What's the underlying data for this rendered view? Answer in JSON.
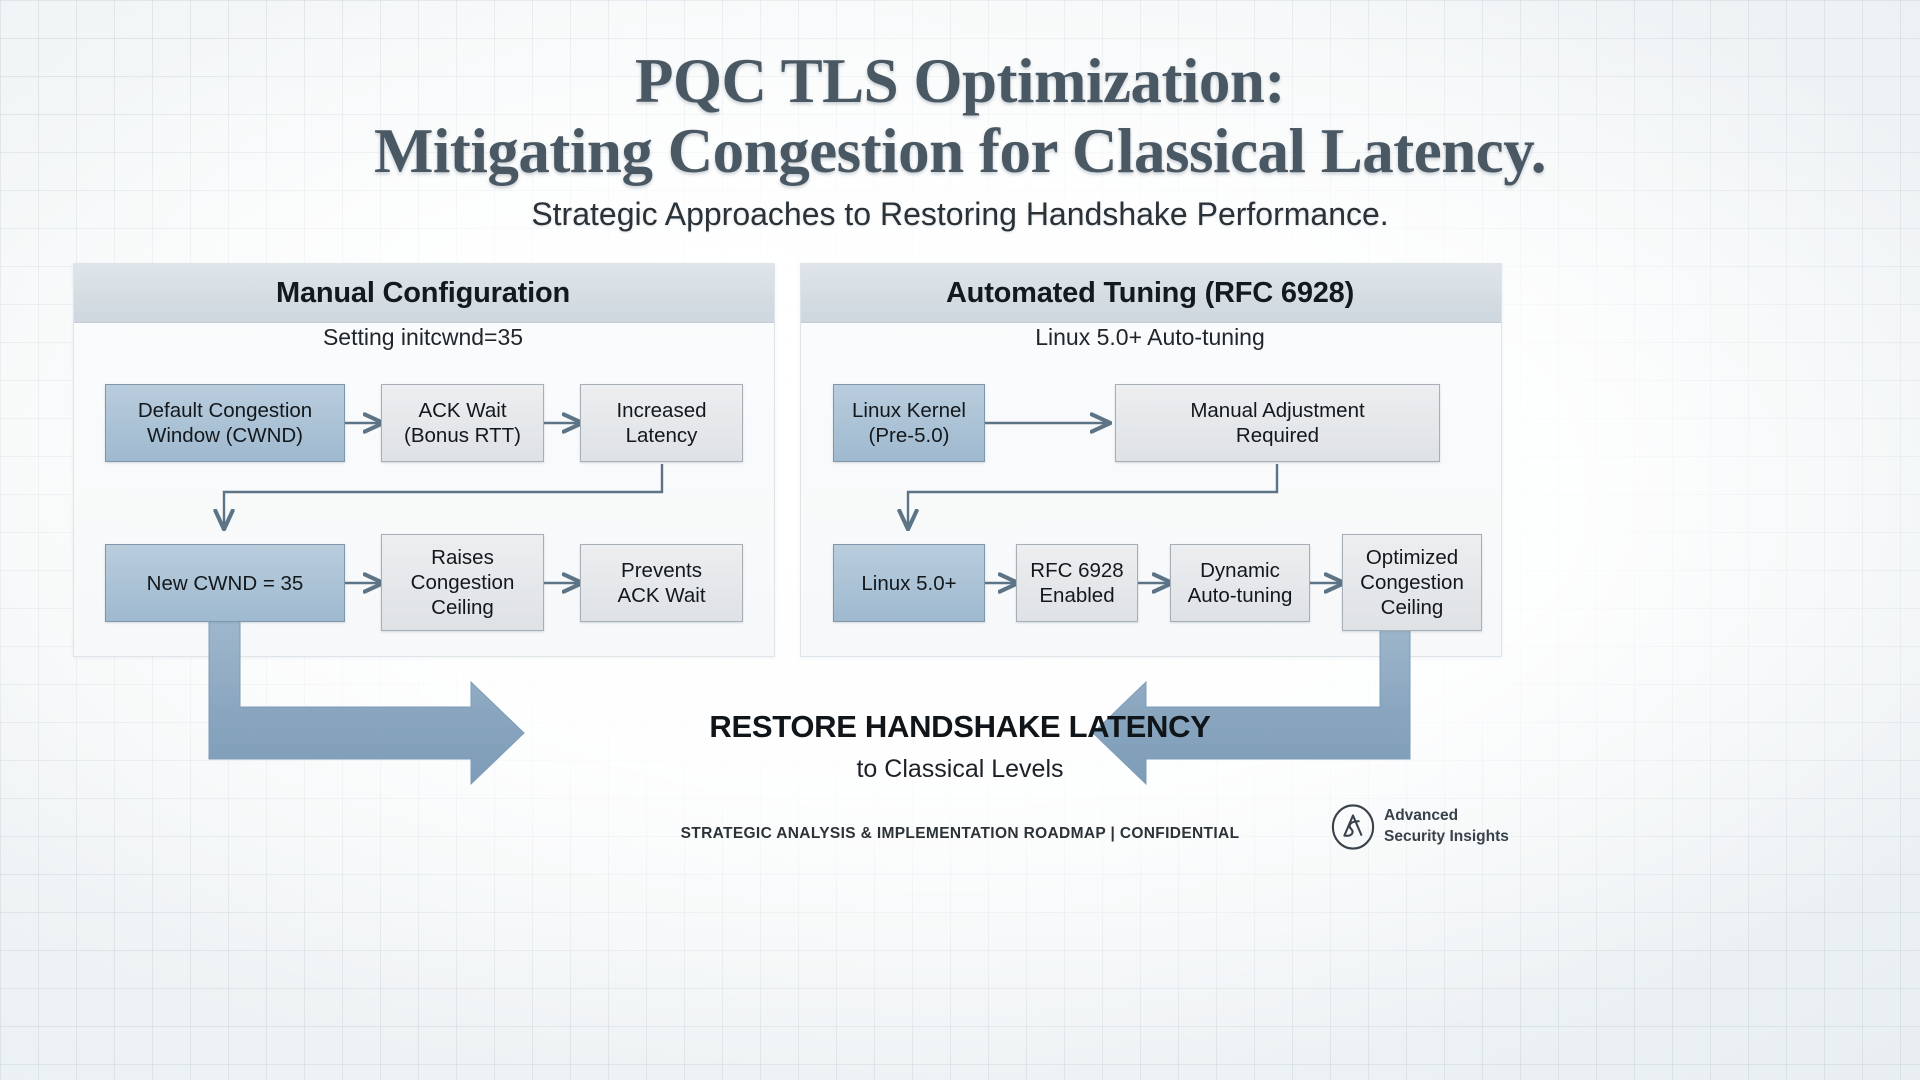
{
  "header": {
    "title_line1": "PQC TLS Optimization:",
    "title_line2": "Mitigating Congestion for Classical Latency.",
    "subtitle": "Strategic Approaches to Restoring Handshake Performance."
  },
  "panels": [
    {
      "id": "manual-configuration",
      "title": "Manual Configuration",
      "subtitle": "Setting initcwnd=35",
      "row1": [
        {
          "label": "Default Congestion Window (CWND)",
          "style": "blue"
        },
        {
          "label": "ACK Wait (Bonus RTT)",
          "style": "grey"
        },
        {
          "label": "Increased Latency",
          "style": "grey"
        }
      ],
      "row2": [
        {
          "label": "New CWND = 35",
          "style": "blue"
        },
        {
          "label": "Raises Congestion Ceiling",
          "style": "grey"
        },
        {
          "label": "Prevents ACK Wait",
          "style": "grey"
        }
      ]
    },
    {
      "id": "automated-tuning",
      "title": "Automated Tuning (RFC 6928)",
      "subtitle": "Linux 5.0+ Auto-tuning",
      "row1": [
        {
          "label": "Linux Kernel (Pre-5.0)",
          "style": "blue"
        },
        {
          "label": "Manual Adjustment Required",
          "style": "grey"
        }
      ],
      "row2": [
        {
          "label": "Linux 5.0+",
          "style": "blue"
        },
        {
          "label": "RFC 6928 Enabled",
          "style": "grey"
        },
        {
          "label": "Dynamic Auto-tuning",
          "style": "grey"
        },
        {
          "label": "Optimized Congestion Ceiling",
          "style": "grey"
        }
      ]
    }
  ],
  "nodes": {
    "l_r1_c1_line1": "Default Congestion",
    "l_r1_c1_line2": "Window (CWND)",
    "l_r1_c2_line1": "ACK Wait",
    "l_r1_c2_line2": "(Bonus RTT)",
    "l_r1_c3_line1": "Increased",
    "l_r1_c3_line2": "Latency",
    "l_r2_c1": "New CWND = 35",
    "l_r2_c2_line1": "Raises",
    "l_r2_c2_line2": "Congestion",
    "l_r2_c2_line3": "Ceiling",
    "l_r2_c3_line1": "Prevents",
    "l_r2_c3_line2": "ACK Wait",
    "r_r1_c1_line1": "Linux Kernel",
    "r_r1_c1_line2": "(Pre-5.0)",
    "r_r1_c2_line1": "Manual Adjustment",
    "r_r1_c2_line2": "Required",
    "r_r2_c1": "Linux 5.0+",
    "r_r2_c2_line1": "RFC 6928",
    "r_r2_c2_line2": "Enabled",
    "r_r2_c3_line1": "Dynamic",
    "r_r2_c3_line2": "Auto-tuning",
    "r_r2_c4_line1": "Optimized",
    "r_r2_c4_line2": "Congestion",
    "r_r2_c4_line3": "Ceiling"
  },
  "outcome": {
    "title": "RESTORE HANDSHAKE LATENCY",
    "subtitle": "to Classical Levels"
  },
  "footer": {
    "text": "STRATEGIC ANALYSIS & IMPLEMENTATION ROADMAP | CONFIDENTIAL",
    "logo_line1": "Advanced",
    "logo_line2": "Security Insights"
  },
  "colors": {
    "accent_blue": "#7e9cb8",
    "node_blue": "#a9c1d4",
    "node_grey": "#e6e9ec",
    "title_ink": "#4a5864",
    "background": "#f2f5f7"
  }
}
